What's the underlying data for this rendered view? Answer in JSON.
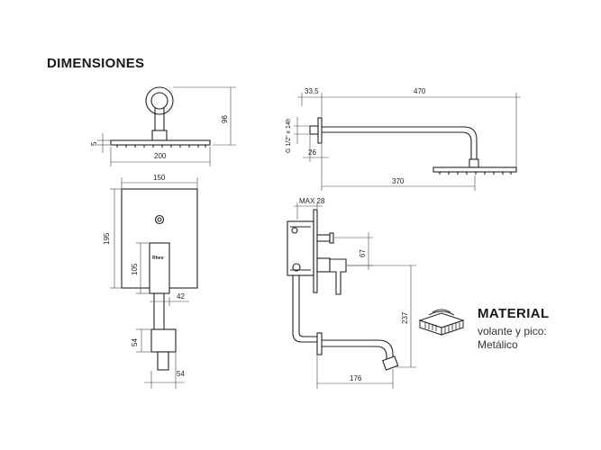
{
  "heading": "DIMENSIONES",
  "dims": {
    "showerhead_height": "96",
    "showerhead_thickness": "5",
    "showerhead_width": "200",
    "plate_width": "150",
    "plate_height": "195",
    "handle_height": "105",
    "handle_offset": "42",
    "spout_height": "54",
    "spout_width": "54",
    "arm_offset": "33,5",
    "arm_length": "470",
    "thread": "G 1/2\" x 14h",
    "flange_depth": "26",
    "arm_reach": "370",
    "max_depth": "MAX 28",
    "valve_height": "67",
    "spout_drop": "237",
    "spout_reach": "176"
  },
  "logo_text": "Rheo",
  "material": {
    "title": "MATERIAL",
    "line1": "volante y pico:",
    "line2": "Metálico"
  }
}
